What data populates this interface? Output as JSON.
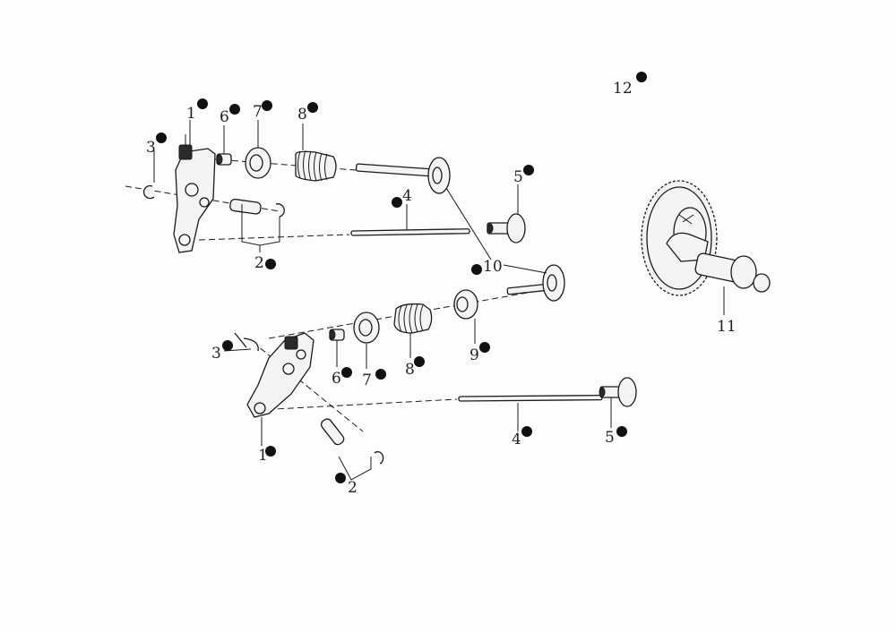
{
  "diagram": {
    "callouts": [
      {
        "id": "c12",
        "text": "12",
        "marked": true
      },
      {
        "id": "c1a",
        "text": "1",
        "marked": true
      },
      {
        "id": "c6a",
        "text": "6",
        "marked": true
      },
      {
        "id": "c7a",
        "text": "7",
        "marked": true
      },
      {
        "id": "c8a",
        "text": "8",
        "marked": true
      },
      {
        "id": "c3a",
        "text": "3",
        "marked": true
      },
      {
        "id": "c5a",
        "text": "5",
        "marked": true
      },
      {
        "id": "c4a",
        "text": "4",
        "marked": true
      },
      {
        "id": "c2a",
        "text": "2",
        "marked": true
      },
      {
        "id": "c10",
        "text": "10",
        "marked": true
      },
      {
        "id": "c11",
        "text": "11",
        "marked": false
      },
      {
        "id": "c3b",
        "text": "3",
        "marked": true
      },
      {
        "id": "c6b",
        "text": "6",
        "marked": true
      },
      {
        "id": "c7b",
        "text": "7",
        "marked": true
      },
      {
        "id": "c8b",
        "text": "8",
        "marked": true
      },
      {
        "id": "c9",
        "text": "9",
        "marked": true
      },
      {
        "id": "c4b",
        "text": "4",
        "marked": true
      },
      {
        "id": "c5b",
        "text": "5",
        "marked": true
      },
      {
        "id": "c1b",
        "text": "1",
        "marked": true
      },
      {
        "id": "c2b",
        "text": "2",
        "marked": true
      }
    ]
  }
}
